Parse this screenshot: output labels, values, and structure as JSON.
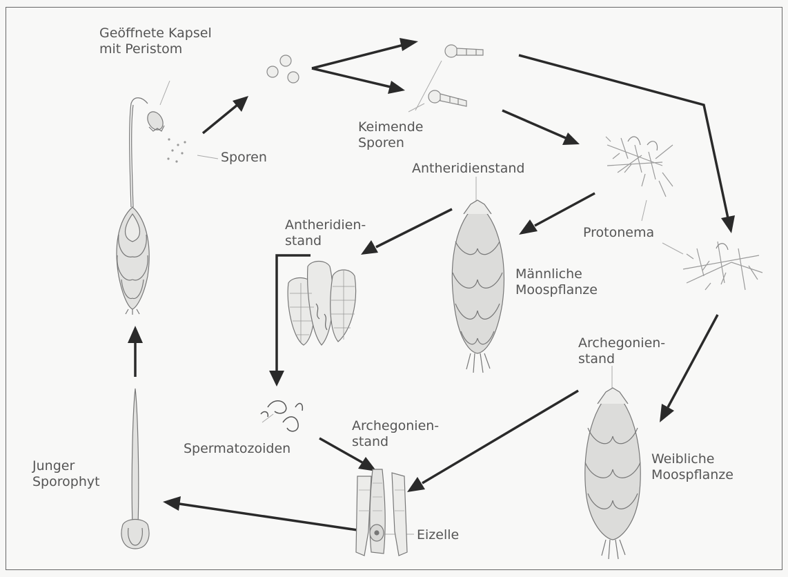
{
  "labels": {
    "capsule": "Geöffnete Kapsel\nmit Peristom",
    "spores": "Sporen",
    "germinating": "Keimende\nSporen",
    "antheridienstand_top": "Antheridienstand",
    "antheridien_stand": "Antheridien-\nstand",
    "protonema": "Protonema",
    "male": "Männliche\nMoospflanze",
    "archegonien_stand_right": "Archegonien-\nstand",
    "archegonien_stand_mid": "Archegonien-\nstand",
    "female": "Weibliche\nMoospflanze",
    "spermatozoids": "Spermatozoiden",
    "egg": "Eizelle",
    "young_sporophyte": "Junger\nSporophyt"
  },
  "colors": {
    "arrow": "#2a2a2a",
    "line": "#777777",
    "text": "#555555",
    "leaf": "#d8d8d6"
  }
}
